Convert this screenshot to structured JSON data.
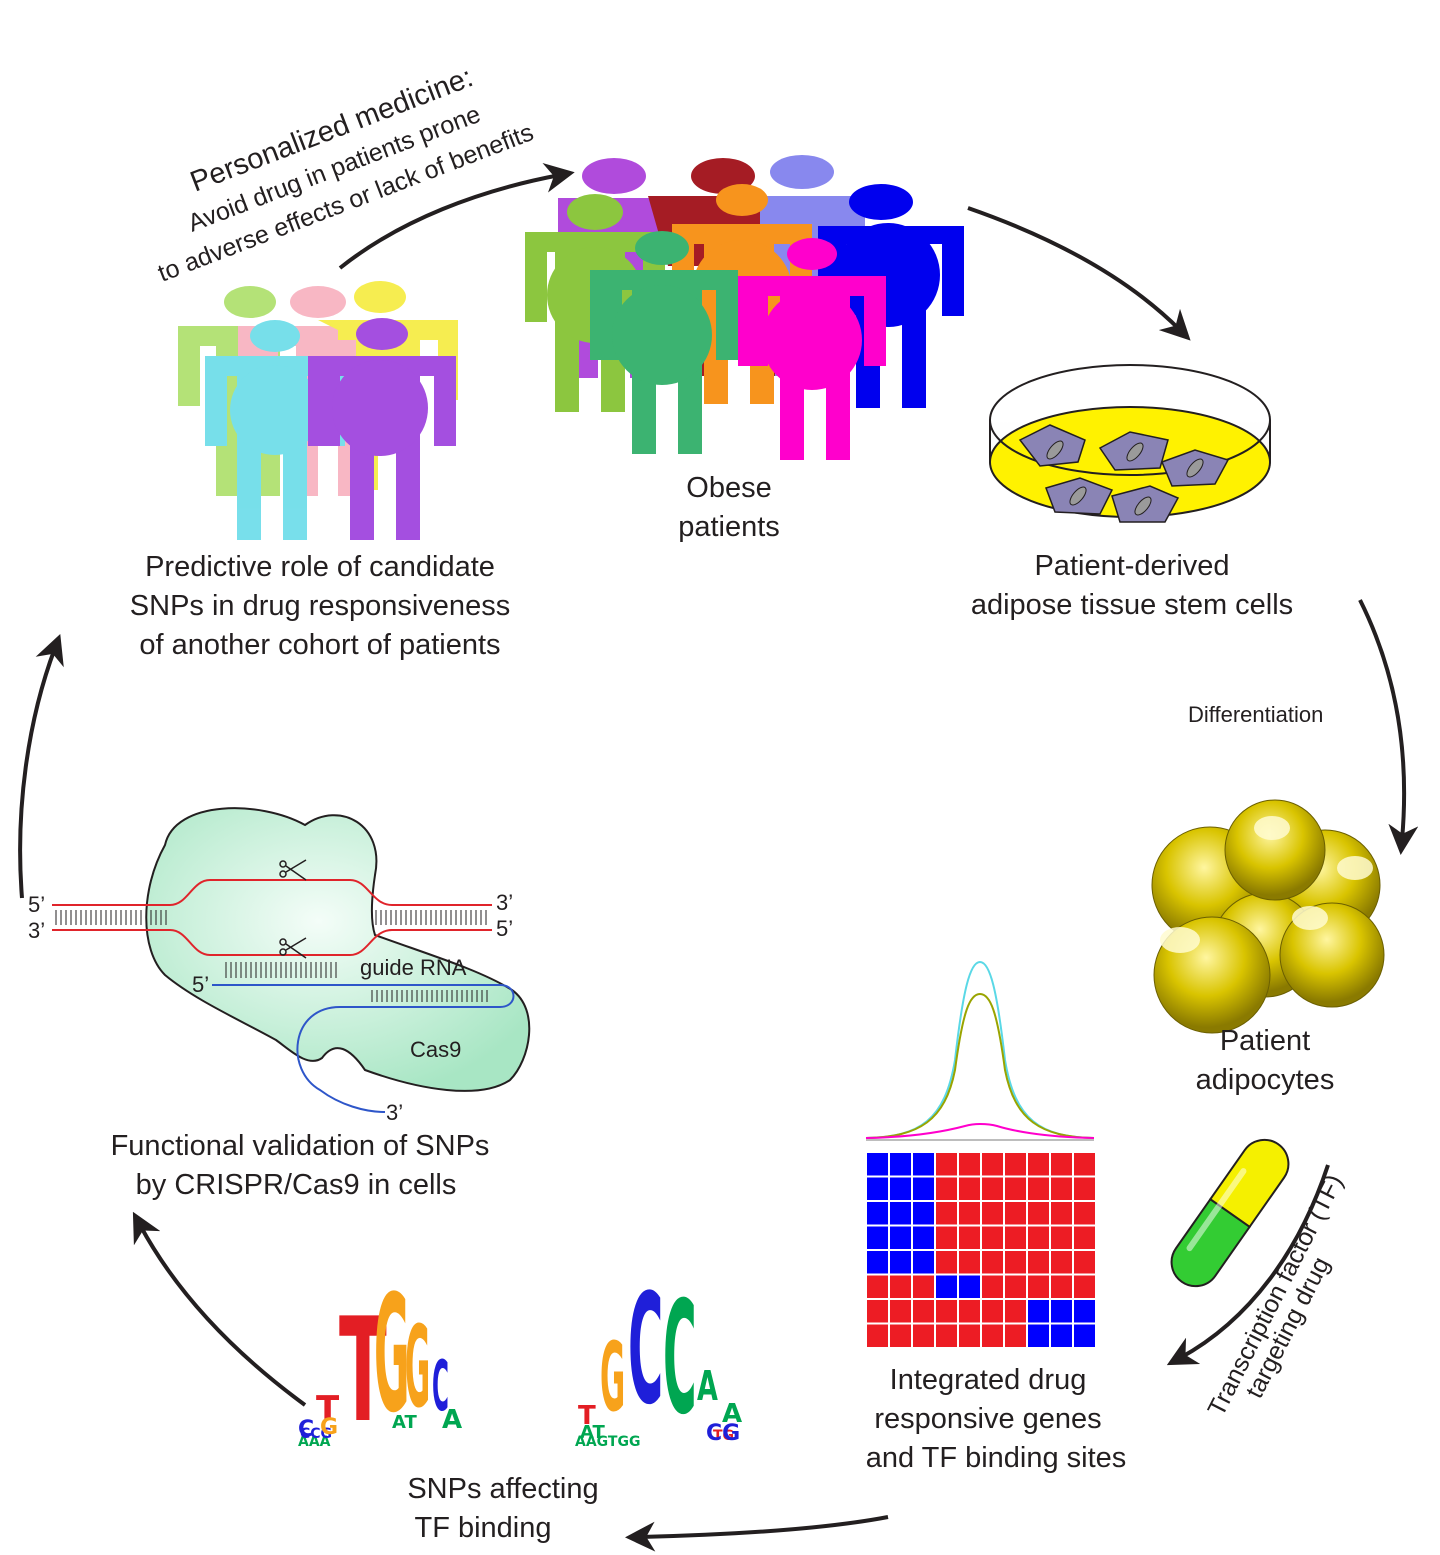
{
  "title": {
    "line1": "Personalized medicine:",
    "line2": "Avoid drug in patients prone",
    "line3": "to adverse effects or lack of benefits"
  },
  "obese": {
    "line1": "Obese",
    "line2": "patients"
  },
  "stem_cells": {
    "line1": "Patient-derived",
    "line2": "adipose tissue stem cells"
  },
  "differentiation": "Differentiation",
  "adipocytes": {
    "line1": "Patient",
    "line2": "adipocytes"
  },
  "drug": {
    "line1": "Transcription factor (TF)",
    "line2": "targeting drug"
  },
  "integrated": {
    "line1": "Integrated drug",
    "line2": "responsive genes",
    "line3": "and TF binding sites"
  },
  "snps_tf": {
    "line1": "SNPs affecting",
    "line2": "TF binding"
  },
  "crispr": {
    "line1": "Functional validation of SNPs",
    "line2": "by CRISPR/Cas9 in cells",
    "guide_rna": "guide RNA",
    "cas9": "Cas9",
    "five_prime": "5’",
    "three_prime": "3’"
  },
  "predictive": {
    "line1": "Predictive role of candidate",
    "line2": "SNPs in drug responsiveness",
    "line3": "of another cohort of patients"
  },
  "motif_letters": {
    "left": [
      "T",
      "G",
      "G",
      "C",
      "A"
    ],
    "right": [
      "G",
      "C",
      "C",
      "A"
    ]
  },
  "heatmap": {
    "rows": [
      [
        "b",
        "b",
        "b",
        "r",
        "r",
        "r",
        "r",
        "r",
        "r",
        "r"
      ],
      [
        "b",
        "b",
        "b",
        "r",
        "r",
        "r",
        "r",
        "r",
        "r",
        "r"
      ],
      [
        "b",
        "b",
        "b",
        "r",
        "r",
        "r",
        "r",
        "r",
        "r",
        "r"
      ],
      [
        "b",
        "b",
        "b",
        "r",
        "r",
        "r",
        "r",
        "r",
        "r",
        "r"
      ],
      [
        "b",
        "b",
        "b",
        "r",
        "r",
        "r",
        "r",
        "r",
        "r",
        "r"
      ],
      [
        "r",
        "r",
        "r",
        "b",
        "b",
        "r",
        "r",
        "r",
        "r",
        "r"
      ],
      [
        "r",
        "r",
        "r",
        "r",
        "r",
        "r",
        "r",
        "b",
        "b",
        "b"
      ],
      [
        "r",
        "r",
        "r",
        "r",
        "r",
        "r",
        "r",
        "b",
        "b",
        "b"
      ]
    ]
  },
  "colors": {
    "arrow": "#231f20",
    "heat_red": "#ed1c24",
    "heat_blue": "#0000ff",
    "dish_yellow": "#fff200",
    "cell_purple": "#8a84b5",
    "adipocyte": "#c9b400",
    "cas9_green": "#c9f2dc",
    "dna_red": "#e0242b",
    "rna_blue": "#2e56c9",
    "pill_yellow": "#f5f000",
    "pill_green": "#33cc33",
    "motif_T": "#e31e24",
    "motif_G": "#f7a21b",
    "motif_C": "#1f1fd9",
    "motif_A": "#00a651"
  }
}
